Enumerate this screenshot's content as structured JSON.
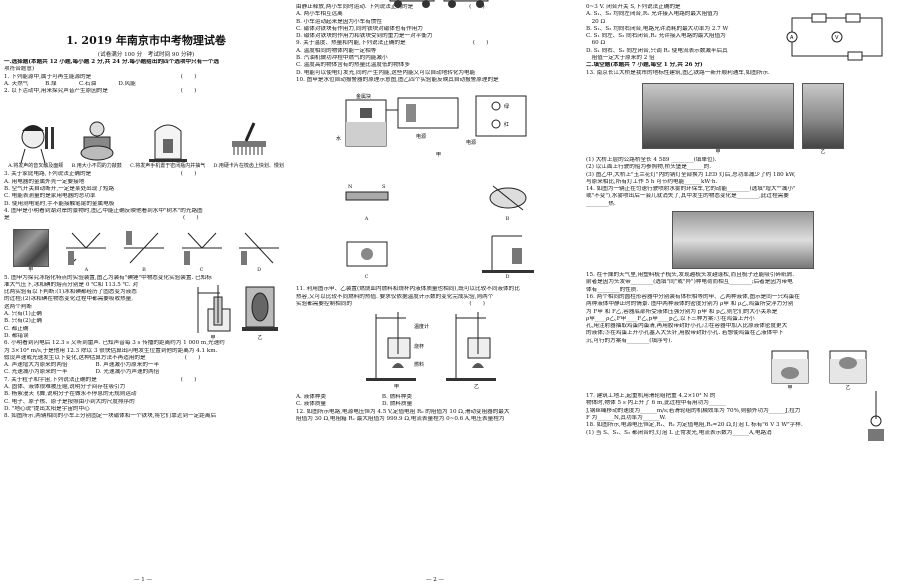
{
  "title": "1. 2019 年南京市中考物理试卷",
  "subtitle": "(试卷满分 100 分　考试时间 90 分钟)",
  "col1": [
    "一.选择题(本题共 12 小题,每小题 2 分,共 24 分.每小题给出的四个选项中只有一个选",
    "项符合题意)",
    "1. 下列能源中,属于可再生能源的是　　　　　　　　　　　　　　　　(　　)",
    "A. 天然气　　　B.煤　　　　C.石油　　　　D.风能",
    "2. 以下活动中,用来探究声音产生原因的是　　　　　　　　　　　　　(　　)"
  ],
  "q2_captions": [
    "A.将发声的音叉触及面颊",
    "B.用大小不同的力敲鼓",
    "C.将发声手机置于密闭瓶内并抽气",
    "D.用硬卡片在梳齿上快划、慢划"
  ],
  "col1b": [
    "3. 关于家庭电路,下列说法正确的是　　　　　　　　　　　　　　　　(　　)",
    "A. 用电器的金属外壳一定要接地",
    "B. 空气开关自动断开,一定是某处出现了短路",
    "C. 电能表测量的是家用电器的总功率",
    "D. 使用测电笔时,手不能接触笔尾的金属电极",
    "4. 图甲是小明看到湖对岸的景物时,图乙中能正确反映他看到水中\"树木\"的光路图",
    "是　　　　　　　　　　　　　　　　　　　　　　　　　　　　　　　(　　)"
  ],
  "q4_labels": [
    "甲",
    "A",
    "B",
    "C",
    "D"
  ],
  "col1c": [
    "5. 图甲为探究冰熔化特点的实验装置,图乙为装有\"碘锤\"中物态变化实验装置. 已知标",
    "准大气压下,冰和碘的熔点分别是 0 ℃和 113.5 ℃. 对",
    "比两实验有以下判断:(1)冰和碘都经历了固态变为液态",
    "的过程;(2)冰和碘在物态变化过程中都需要吸收热量,",
    "这两个判断",
    "A. 只有(1)正确",
    "B. 只有(2)正确",
    "C. 都正确",
    "D. 都错误",
    "6. 小明看到闪电后 12.3 s 又听到雷声. 已知声音每 3 s 传播的距离约为 1 000 m,光速约",
    "为 3×10⁸ m/s,于是他用 12.3 除以 3 很快估算出闪电发生位置到他的距离为 4.1 km.",
    "假设声速或光速发生以下变化,这种估算方法不再适用的是　　　　　　　(　　)",
    "A. 声速增大为原来的两倍　　　　　B. 声速减小为原来的一半",
    "C. 光速减小为原来的一半　　　　　D. 光速减小为声速的两倍",
    "7. 关于粒子和宇宙,下列说法正确的是　　　　　　　　　　　　　　　(　　)",
    "A. 固体、液体很难被压缩,说明分子间存在吸引力",
    "B. 杨絮漫天飞舞,说明分子在做永不停息的无规则运动",
    "C. 电子、原子核、原子是按照由小到大的尺度排序的",
    "D. \"地心说\"提出太阳是宇宙的中心",
    "8. 如图所示,两辆相同的小车上分别固定一块磁体和一个铁块,将它们靠近到一定距离后"
  ],
  "q5_labels": [
    "甲",
    "乙"
  ],
  "col2": [
    "由静止释放,两小车同时运动. 下列说法正确的是　　　　　　　　　　(　　)",
    "A. 两小车相互远离",
    "B. 小车运动起来是因为小车有惯性",
    "C. 磁体对铁块有作用力,同时铁块对磁体也有作用力",
    "D. 磁体对铁块的作用力和铁块受到的重力是一对平衡力",
    "9. 关于温度、热量和内能,下列说法正确的是　　　　　　　　　　　　(　　)",
    "A. 温度相同的物体内能一定相等",
    "B. 汽油机做功冲程中燃气的内能减小",
    "C. 温度高的物体含有的热量比温度低的物体多",
    "D. 电能可以使电灯发光,同时产生内能,这些内能又可以自动地转化为电能",
    "10. 图甲是水位自动报警器的原理示意图,图乙四个实验能反映其自动报警原理的是"
  ],
  "q8_labels": [
    "磁体",
    "铁块"
  ],
  "q10_labels": [
    "甲",
    "水",
    "电源",
    "电源",
    "绿",
    "红",
    "金属块",
    "A",
    "B",
    "C",
    "D"
  ],
  "col2b": [
    "11. 利用图示甲、乙装置(燃烧皿内燃料和烧杯内液体质量也相同),既可以比较不同液体的比",
    "热容,又可以比较不同燃料的热值. 要求仅依据温度计示数的变化完成实验,则两个",
    "实验都需要控制相同的　　　　　　　　　　　　　　　　　　　　　(　　)"
  ],
  "q11_labels": [
    "温度计",
    "烧杯",
    "燃料",
    "甲",
    "乙"
  ],
  "col2c": [
    "A. 液体种类　　　　　　　　　　B. 燃料种类",
    "C. 液体质量　　　　　　　　　　D. 燃料质量",
    "12. 如图所示电路,电源电压恒为 4.5 V,定值电阻 R₀ 的阻值为 10 Ω,滑动变阻器的最大",
    "阻值为 30 Ω,电阻箱 Rₓ 最大阻值为 999.9 Ω,电流表量程为 0~0.6 A,电压表量程为"
  ],
  "col3": [
    "0~3 V. 闭合开关 S,下列说法正确的是",
    "A. S₁、S₂ 均向左闭合,Rₓ 允许接入电路的最大阻值为",
    "　20 Ω",
    "B. S₁、S₂ 均向右闭合,电路允许消耗的最大功率为 2.7 W",
    "C. S₁ 向左、S₂ 向右闭合,Rₓ 允许接入电路的最大阻值为",
    "　60 Ω",
    "D. S₁ 向右、S₂ 向左闭合,只调 Rₓ 使电流表示数减半后其",
    "　阻值一定大于原来的 2 倍",
    "二.填空题(本题共 7 小题,每空 1 分,共 26 分)",
    "13. 南京长江大桥是我市的地标性建筑,图乙铁路一新开顺利通车,如图所示."
  ],
  "q13_labels": [
    "甲",
    "乙"
  ],
  "col3b": [
    "(1) 大桥上层的公路桥全长 4 589 ________(填单位).",
    "(2) 以江面上行驶的船为参照物,桥头堡是______的.",
    "(3) 图乙中,大桥上\"玉兰花灯\"内的钠灯全部换为 LED 灯后,总功率减少了约 180 kW,",
    "与原来相比,所有灯工作 5 h 可节约电能______kW·h.",
    "14. 如图为一辆正在匀速行驶喷射水雾的环保车,它的动能________(选填\"增大\"\"减小\"",
    "或\"不变\"),水雾喷出后一会儿就消失了,其中发生的物态变化是________,此过程需要",
    "________热."
  ],
  "col3c": [
    "15. 在干燥的天气里,用塑料梳子梳头,发现越梳头发越蓬松,而且梳子还能吸引碎纸屑.",
    "前者是因为头发带________(选填\"同\"或\"异\")种电荷而相互________;后者是因为带电",
    "体有________的性质.",
    "16. 两个相同的圆柱形容器中分别装有体积相等的甲、乙两种液体,图示是同一只鸡蛋在",
    "两种液体中静止时的情景. 图中两种液体的密度分别为 ρ甲 和 ρ乙,鸡蛋所受浮力分别",
    "为 F甲 和 F乙,容器底部所受液体压强分别为 p甲 和 p乙,则它们的大小关系是",
    "ρ甲____ρ乙,F甲____F乙,p甲____p乙,以下三种方案:①在鸡蛋上开小",
    "孔,用注射器抽取鸡蛋内蛋清,再用胶带封好小孔;②在容器中加入比原液体密度更大",
    "的液体;③在鸡蛋上开小孔塞入大头针,用胶带封好小孔. 若想使鸡蛋在乙液体中下",
    "沉,可行的方案有________(填序号)."
  ],
  "q16_labels": [
    "甲",
    "乙"
  ],
  "col3d": [
    "17. 建筑工地上,起重机用滑轮组把重 4.2×10³ N 的",
    "物体时,物体 5 s 内上升了 6 m,此过程中有用功为______",
    "J,钢丝绳移动的速度为______m/s;若滑轮组的机械效率为 70%,则额外功为______J,拉力",
    "F 为______N,其功率为______W.",
    "18. 如图所示,电源电压恒定,R₁、R₂ 为定值电阻,R₂=20 Ω,灯泡 L 标有\"6 V 3 W\"字样.",
    "(1) 当 S、S₁、S₂ 都闭合时,灯泡 L 正常发光,电流表示数为______A,电路消"
  ],
  "pages": [
    "— 1 —",
    "— 2 —"
  ]
}
